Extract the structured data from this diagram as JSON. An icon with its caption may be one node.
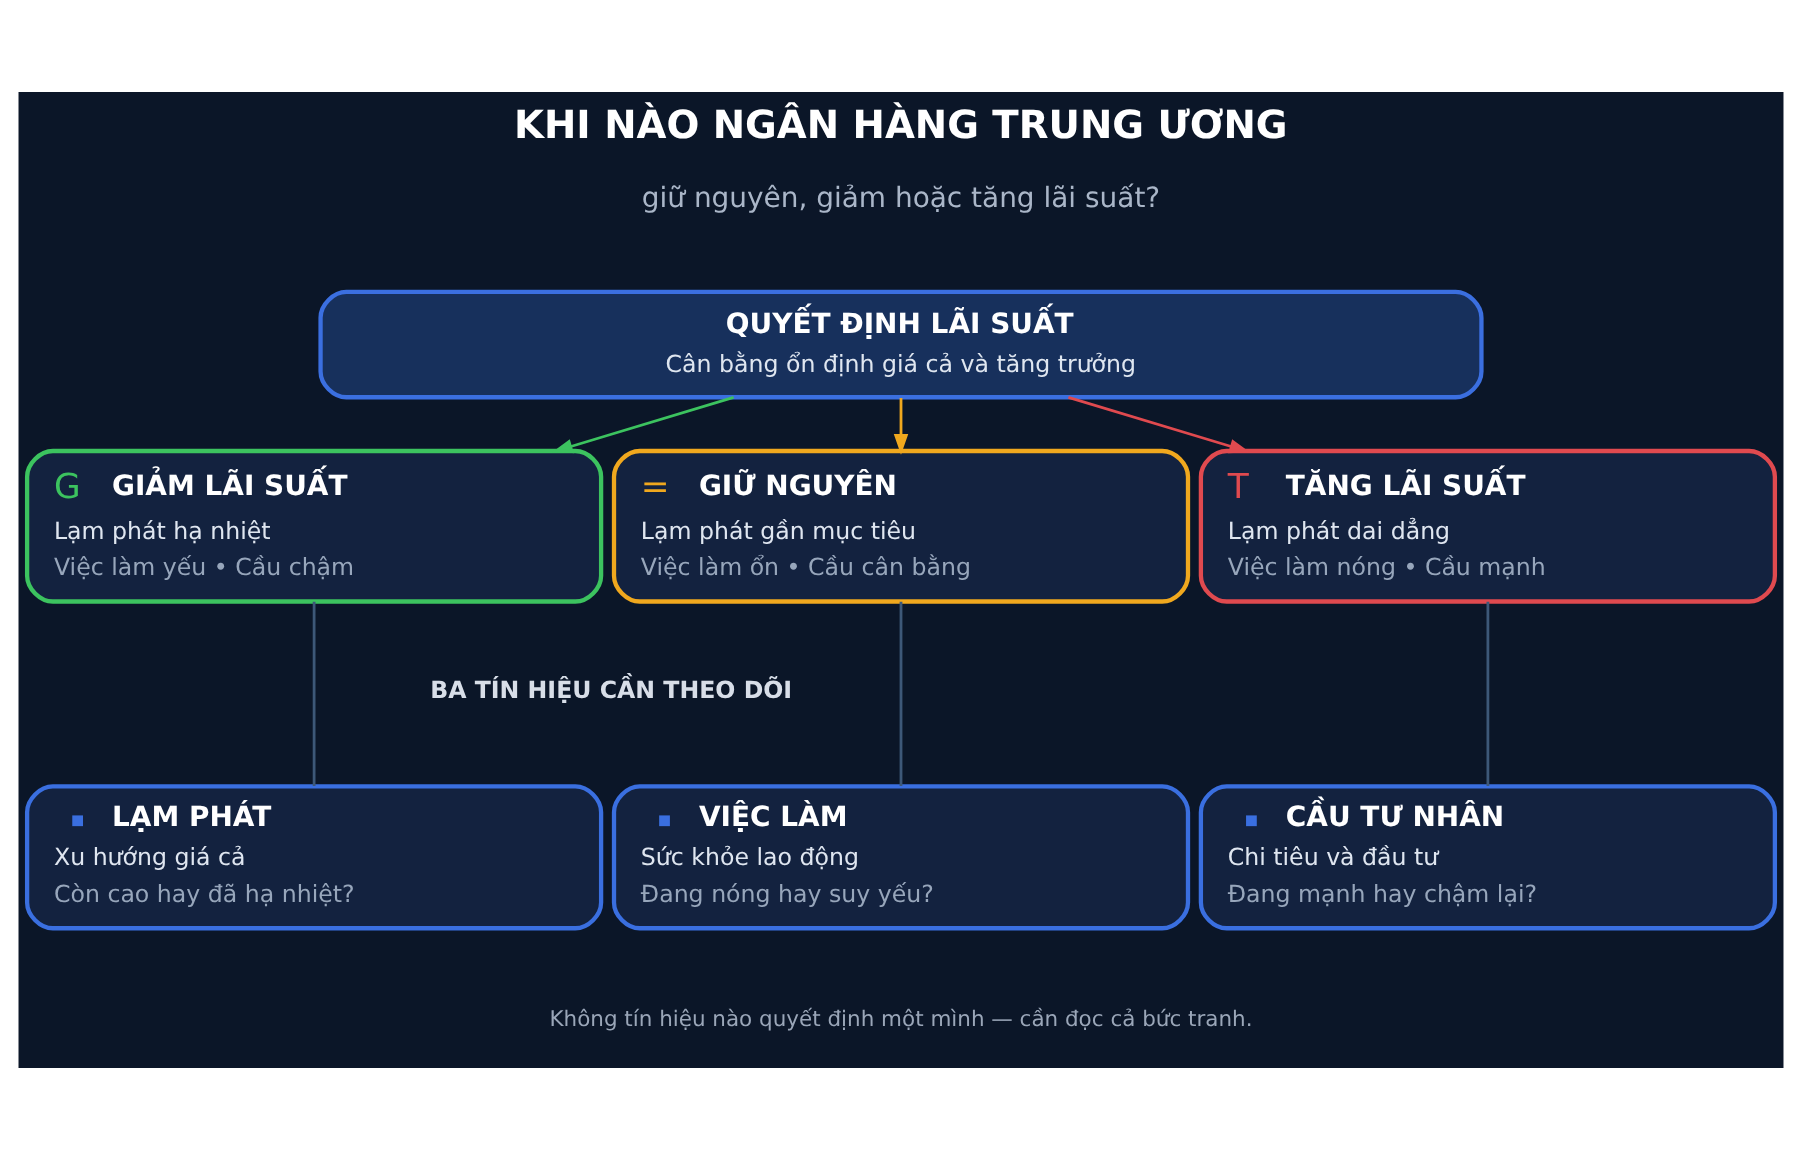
{
  "diagram": {
    "title": "KHI NÀO NGÂN HÀNG TRUNG ƯƠNG",
    "caption": "Không tín hiệu nào quyết định một mình — cần đọc cả bức tranh.",
    "nodes": [
      {
        "text": [
          "QUYẾT ĐỊNH LÃI SUẤT",
          "Cân bằng ổn định giá cả và tăng trưởng"
        ]
      },
      {
        "text": [
          "G",
          "GIẢM LÃI SUẤT",
          "Lạm phát hạ nhiệt",
          "Việc làm yếu • Cầu chậm"
        ]
      },
      {
        "text": [
          "=",
          "GIỮ NGUYÊN",
          "Lạm phát gần mục tiêu",
          "Việc làm ổn • Cầu cân bằng"
        ]
      },
      {
        "text": [
          "T",
          "TĂNG LÃI SUẤT",
          "Lạm phát dai dẳng",
          "Việc làm nóng • Cầu mạnh"
        ]
      },
      {
        "text": [
          "LẠM PHÁT",
          "Xu hướng giá cả",
          "Còn cao hay đã hạ nhiệt?"
        ]
      },
      {
        "text": [
          "VIỆC LÀM",
          "Sức khỏe lao động",
          "Đang nóng hay suy yếu?"
        ]
      },
      {
        "text": [
          "CẦU TƯ NHÂN",
          "Chi tiêu và đầu tư",
          "Đang mạnh hay chậm lại?"
        ]
      }
    ],
    "edges": [
      {
        "from": 0,
        "to": 1,
        "arrow": "to",
        "color": "#3cc35f"
      },
      {
        "from": 0,
        "to": 2,
        "arrow": "to",
        "color": "#f0a81e"
      },
      {
        "from": 0,
        "to": 3,
        "arrow": "to",
        "color": "#e04a4f"
      },
      {
        "from": 1,
        "to": 4,
        "arrow": "none"
      },
      {
        "from": 2,
        "to": 5,
        "arrow": "none"
      },
      {
        "from": 3,
        "to": 6,
        "arrow": "none"
      }
    ],
    "labels": [
      "giữ nguyên, giảm hoặc tăng lãi suất?",
      "BA TÍN HIỆU CẦN THEO DÕI"
    ]
  }
}
